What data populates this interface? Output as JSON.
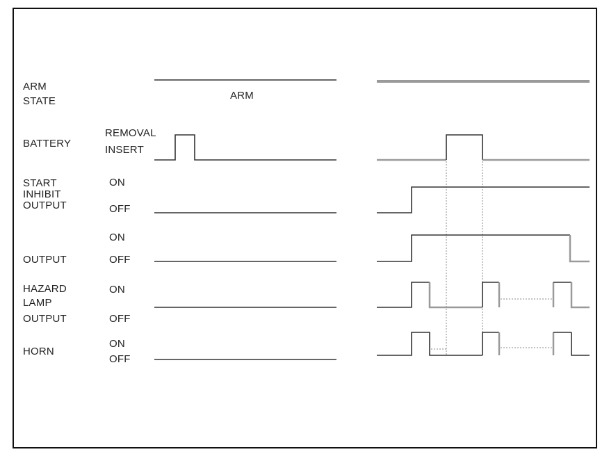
{
  "signals": {
    "arm_state": {
      "label_line1": "ARM",
      "label_line2": "STATE",
      "state_text": "ARM"
    },
    "battery": {
      "label": "BATTERY",
      "level_high": "REMOVAL",
      "level_low": "INSERT"
    },
    "start_inhibit": {
      "label_line1": "START",
      "label_line2": "INHIBIT",
      "label_line3": "OUTPUT",
      "level_high": "ON",
      "level_low": "OFF"
    },
    "output": {
      "label": "OUTPUT",
      "level_high": "ON",
      "level_low": "OFF"
    },
    "hazard_lamp": {
      "label_line1": "HAZARD",
      "label_line2": "LAMP",
      "label_line3": "OUTPUT",
      "level_high": "ON",
      "level_low": "OFF"
    },
    "horn": {
      "label": "HORN",
      "level_high": "ON",
      "level_low": "OFF"
    }
  },
  "colors": {
    "frame": "#111111",
    "trace_dark": "#333333",
    "trace_light": "#9a9a9a",
    "guide_dotted": "#8a8a8a",
    "text": "#222222"
  }
}
